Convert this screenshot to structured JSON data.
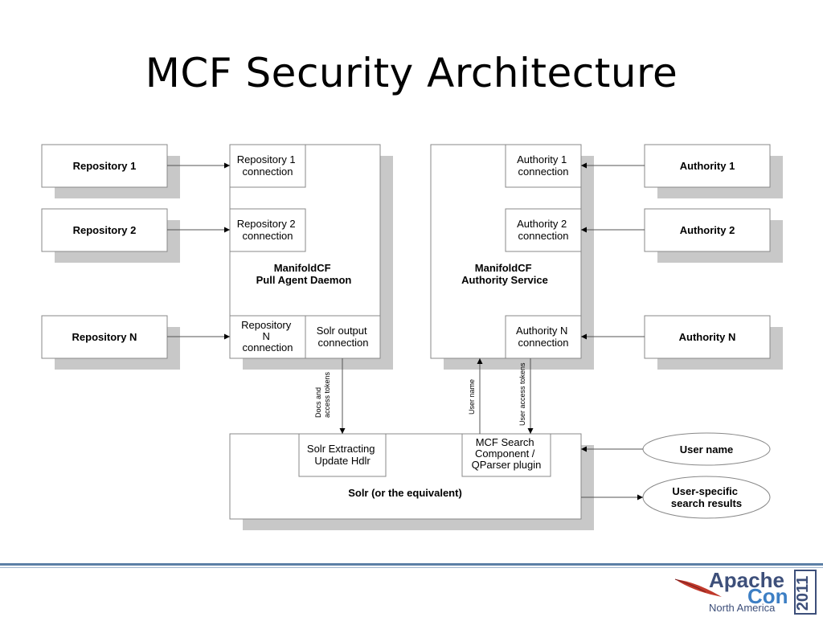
{
  "slide": {
    "title": "MCF Security Architecture"
  },
  "diagram": {
    "repo1": "Repository 1",
    "repo2": "Repository 2",
    "repoN": "Repository N",
    "repo1_conn": [
      "Repository 1",
      "connection"
    ],
    "repo2_conn": [
      "Repository 2",
      "connection"
    ],
    "repoN_conn": [
      "Repository",
      "N",
      "connection"
    ],
    "solr_output_conn": [
      "Solr output",
      "connection"
    ],
    "pull_agent": [
      "ManifoldCF",
      "Pull Agent Daemon"
    ],
    "authority_service": [
      "ManifoldCF",
      "Authority Service"
    ],
    "auth1_conn": [
      "Authority 1",
      "connection"
    ],
    "auth2_conn": [
      "Authority 2",
      "connection"
    ],
    "authN_conn": [
      "Authority N",
      "connection"
    ],
    "auth1": "Authority 1",
    "auth2": "Authority 2",
    "authN": "Authority N",
    "docs_tokens": [
      "Docs and",
      "access tokens"
    ],
    "user_name_label": "User name",
    "user_access_tokens": "User access tokens",
    "solr_extracting": [
      "Solr Extracting",
      "Update Hdlr"
    ],
    "mcf_search": [
      "MCF Search",
      "Component /",
      "QParser plugin"
    ],
    "solr_main": "Solr (or the equivalent)",
    "user_name": "User name",
    "user_results": [
      "User-specific",
      "search results"
    ]
  },
  "logo": {
    "apache": "Apache",
    "con": "Con",
    "region": "North America",
    "year": "2011",
    "colors": {
      "dark": "#3d4f7a",
      "blue": "#3d7fc4"
    }
  }
}
